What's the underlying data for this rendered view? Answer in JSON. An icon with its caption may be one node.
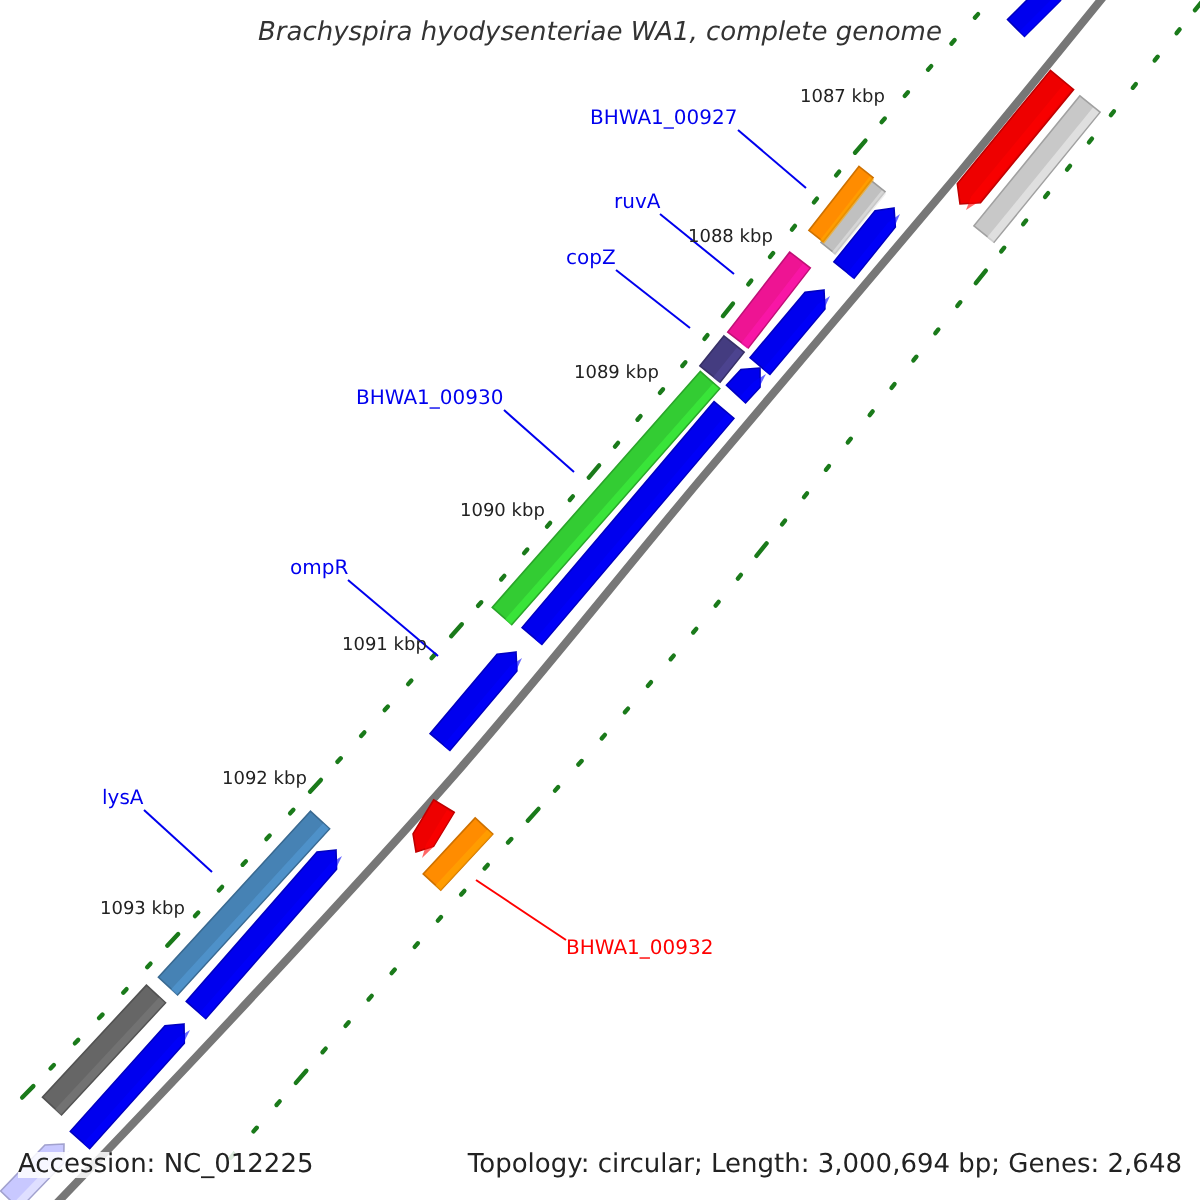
{
  "diagram": {
    "title": "Brachyspira hyodysenteriae WA1, complete genome",
    "nodes": [
      {
        "text": [
          "BHWA1_00927"
        ]
      },
      {
        "text": [
          "ruvA"
        ]
      },
      {
        "text": [
          "copZ"
        ]
      },
      {
        "text": [
          "BHWA1_00930"
        ]
      },
      {
        "text": [
          "ompR"
        ]
      },
      {
        "text": [
          "lysA"
        ]
      },
      {
        "text": [
          "BHWA1_00932"
        ]
      },
      {
        "text": [],
        "shape": "bar"
      },
      {
        "text": [],
        "shape": "bar"
      },
      {
        "text": [],
        "shape": "bar"
      },
      {
        "text": [],
        "shape": "bar"
      },
      {
        "text": [],
        "shape": "bar"
      },
      {
        "text": [],
        "shape": "bar"
      },
      {
        "text": [],
        "shape": "bar"
      }
    ],
    "edges": [
      {
        "from": 0,
        "to": 7,
        "arrow": "none"
      },
      {
        "from": 1,
        "to": 8,
        "arrow": "none"
      },
      {
        "from": 2,
        "to": 9,
        "arrow": "none"
      },
      {
        "from": 3,
        "to": 10,
        "arrow": "none"
      },
      {
        "from": 4,
        "to": 11,
        "arrow": "none"
      },
      {
        "from": 5,
        "to": 12,
        "arrow": "none"
      },
      {
        "from": 6,
        "to": 13,
        "arrow": "none",
        "color": "#ff0000"
      }
    ],
    "labels": [
      "1087 kbp",
      "1088 kbp",
      "1089 kbp",
      "1090 kbp",
      "1091 kbp",
      "1092 kbp",
      "1093 kbp",
      "Accession: NC_012225",
      "Topology: circular; Length: 3,000,694 bp; Genes: 2,648"
    ]
  }
}
